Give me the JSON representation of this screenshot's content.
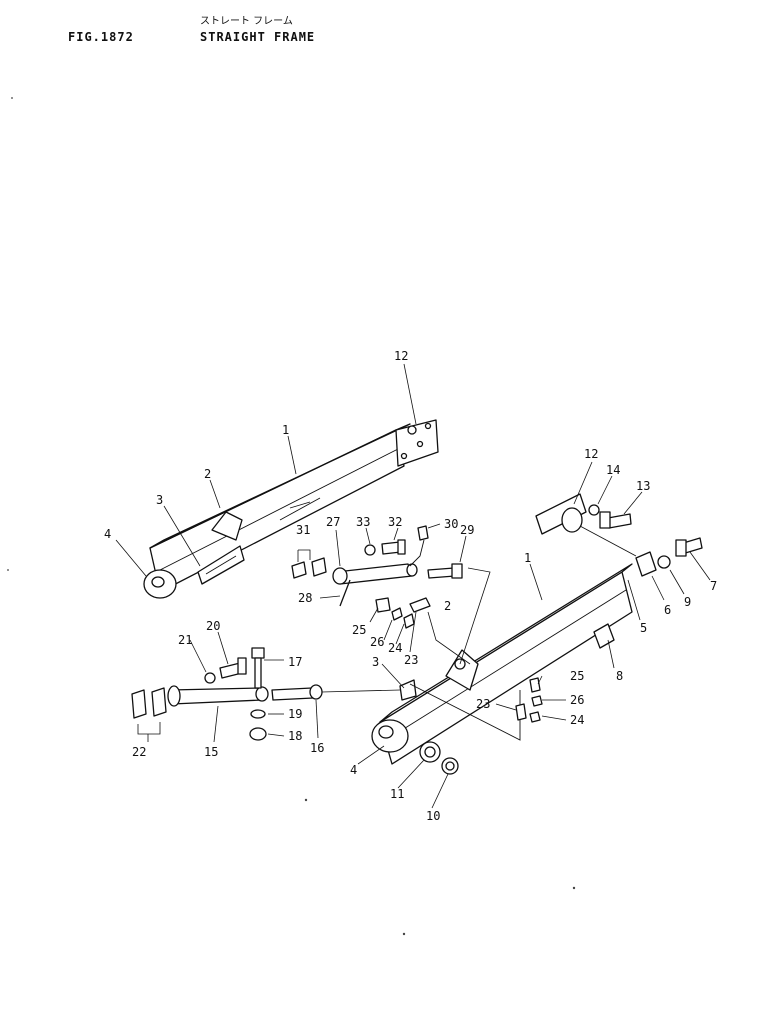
{
  "header": {
    "fig_no": "FIG.1872",
    "title_jp": "ストレート フレーム",
    "title": "STRAIGHT FRAME"
  },
  "callouts": [
    {
      "id": "c12a",
      "text": "12"
    },
    {
      "id": "c1a",
      "text": "1"
    },
    {
      "id": "c2a",
      "text": "2"
    },
    {
      "id": "c3a",
      "text": "3"
    },
    {
      "id": "c4a",
      "text": "4"
    },
    {
      "id": "c31",
      "text": "31"
    },
    {
      "id": "c27",
      "text": "27"
    },
    {
      "id": "c33",
      "text": "33"
    },
    {
      "id": "c32",
      "text": "32"
    },
    {
      "id": "c30",
      "text": "30"
    },
    {
      "id": "c29",
      "text": "29"
    },
    {
      "id": "c28",
      "text": "28"
    },
    {
      "id": "c12b",
      "text": "12"
    },
    {
      "id": "c14",
      "text": "14"
    },
    {
      "id": "c13",
      "text": "13"
    },
    {
      "id": "c1b",
      "text": "1"
    },
    {
      "id": "c6",
      "text": "6"
    },
    {
      "id": "c9",
      "text": "9"
    },
    {
      "id": "c7",
      "text": "7"
    },
    {
      "id": "c5",
      "text": "5"
    },
    {
      "id": "c8",
      "text": "8"
    },
    {
      "id": "c2b",
      "text": "2"
    },
    {
      "id": "c25a",
      "text": "25"
    },
    {
      "id": "c26a",
      "text": "26"
    },
    {
      "id": "c24a",
      "text": "24"
    },
    {
      "id": "c23a",
      "text": "23"
    },
    {
      "id": "c3b",
      "text": "3"
    },
    {
      "id": "c21",
      "text": "21"
    },
    {
      "id": "c20",
      "text": "20"
    },
    {
      "id": "c17",
      "text": "17"
    },
    {
      "id": "c22",
      "text": "22"
    },
    {
      "id": "c15",
      "text": "15"
    },
    {
      "id": "c19",
      "text": "19"
    },
    {
      "id": "c18",
      "text": "18"
    },
    {
      "id": "c16",
      "text": "16"
    },
    {
      "id": "c25b",
      "text": "25"
    },
    {
      "id": "c26b",
      "text": "26"
    },
    {
      "id": "c24b",
      "text": "24"
    },
    {
      "id": "c23b",
      "text": "23"
    },
    {
      "id": "c4b",
      "text": "4"
    },
    {
      "id": "c11",
      "text": "11"
    },
    {
      "id": "c10",
      "text": "10"
    }
  ]
}
